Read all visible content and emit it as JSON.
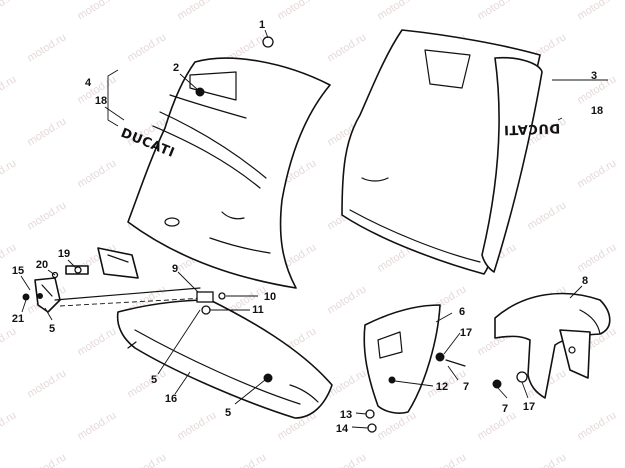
{
  "watermark": "motod.ru",
  "brand_left": "DUCATI",
  "brand_right": "DUCATI",
  "callouts": {
    "c1": "1",
    "c2": "2",
    "c3": "3",
    "c4": "4",
    "c5a": "5",
    "c5b": "5",
    "c5c": "5",
    "c6": "6",
    "c7a": "7",
    "c7b": "7",
    "c8": "8",
    "c9": "9",
    "c10": "10",
    "c11": "11",
    "c12": "12",
    "c13": "13",
    "c14": "14",
    "c15": "15",
    "c16": "16",
    "c17a": "17",
    "c17b": "17",
    "c18a": "18",
    "c18b": "18",
    "c19": "19",
    "c20": "20",
    "c21": "21"
  }
}
